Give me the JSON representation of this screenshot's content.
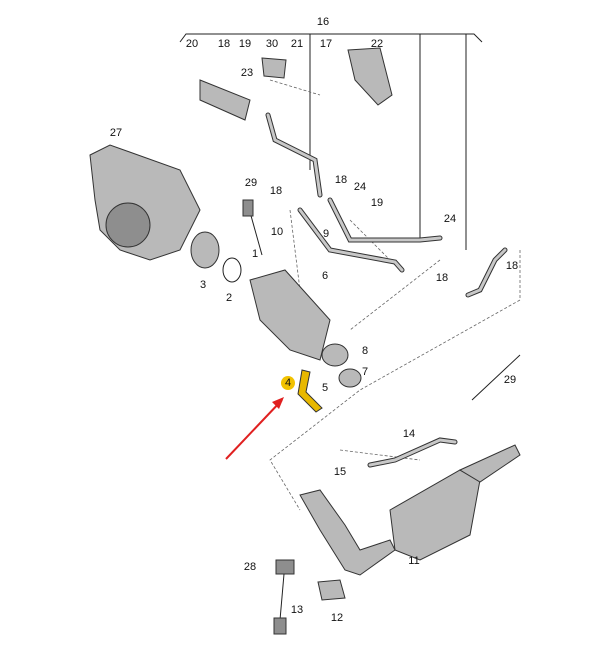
{
  "diagram": {
    "labels": [
      "16",
      "20",
      "18",
      "19",
      "30",
      "21",
      "17",
      "22",
      "23",
      "27",
      "29",
      "18",
      "18",
      "24",
      "19",
      "10",
      "9",
      "24",
      "18",
      "18",
      "3",
      "2",
      "1",
      "6",
      "8",
      "4",
      "7",
      "5",
      "29",
      "14",
      "15",
      "11",
      "28",
      "13",
      "12"
    ],
    "highlighted_label": "4",
    "colors": {
      "highlight": "#f2c200",
      "arrow": "#e02020",
      "part": "#b9b9b9"
    }
  }
}
